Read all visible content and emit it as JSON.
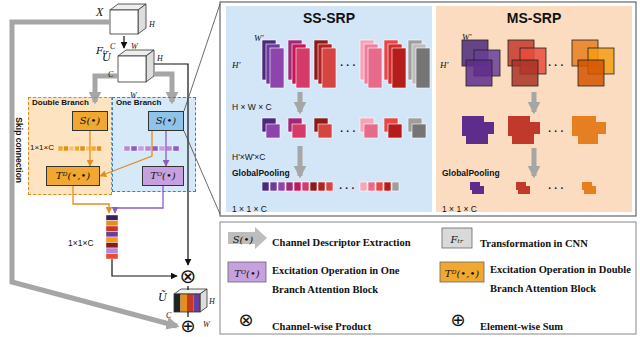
{
  "diagram": {
    "nodes": [
      {
        "text": [
          "Double Branch"
        ]
      },
      {
        "text": [
          "S(•)"
        ],
        "in": 0
      },
      {
        "text": [
          "Tᴰ(•,•)"
        ],
        "in": 0
      },
      {
        "text": [
          "One Branch"
        ]
      },
      {
        "text": [
          "S(•)"
        ],
        "in": 3
      },
      {
        "text": [
          "Tᴼ(•)"
        ],
        "in": 3
      },
      {
        "text": [
          "⊗"
        ]
      },
      {
        "text": [
          "⊕"
        ]
      },
      {
        "text": [
          "SS-SRP"
        ]
      },
      {
        "text": [
          "MS-SRP"
        ]
      }
    ],
    "edges": [
      {
        "from": 1,
        "to": 2,
        "arrow": "to"
      },
      {
        "from": 4,
        "to": 5,
        "arrow": "to"
      },
      {
        "from": 4,
        "to": 2,
        "arrow": "to"
      }
    ],
    "labels": [
      "X",
      "C",
      "H",
      "W",
      "Fₜᵣ",
      "U",
      "C",
      "H",
      "W",
      "1×1×C",
      "1×1×C",
      "Skip connection",
      "Ũ",
      "C",
      "H",
      "W",
      "W'",
      "H'",
      "· · ·",
      "H × W × C",
      "· · ·",
      "H'×W'×C",
      "GlobalPooling",
      "· · ·",
      "1 × 1 × C",
      "W'",
      "H'",
      "· · ·",
      "· · ·",
      "GlobalPooling",
      "· · ·",
      "1 × 1 × C",
      "S(•)",
      "Fₜᵣ",
      "Tᴼ(•)",
      "Tᴰ(•,•)",
      "⊗",
      "⊕"
    ],
    "legend": [
      {
        "text": "Channel Descriptor Extraction"
      },
      {
        "text": "Transformation in CNN"
      },
      {
        "text": "Excitation Operation in One Branch Attention Block"
      },
      {
        "text": "Excitation Operation in Double Branch Attention Block"
      },
      {
        "text": "Channel-wise Product"
      },
      {
        "text": "Element-wise Sum"
      }
    ]
  }
}
